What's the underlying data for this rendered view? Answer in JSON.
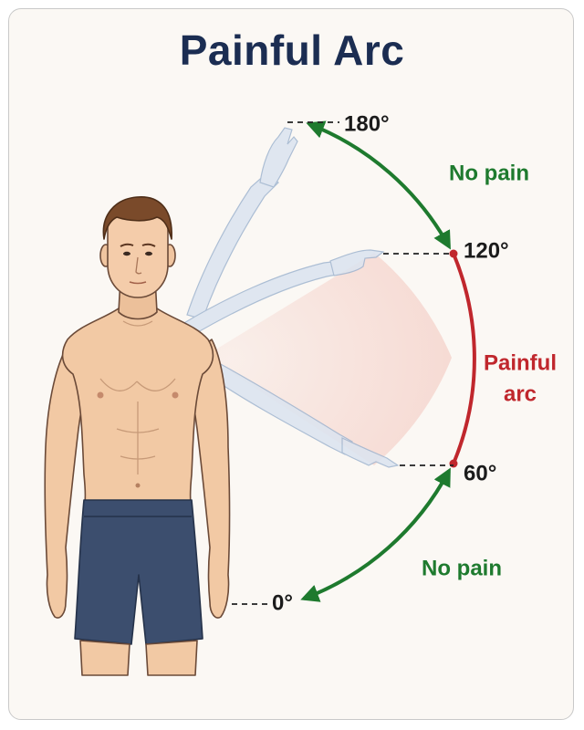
{
  "title": "Painful Arc",
  "angles": {
    "a180": "180°",
    "a120": "120°",
    "a60": "60°",
    "a0": "0°"
  },
  "labels": {
    "no_pain_top": "No pain",
    "no_pain_bottom": "No pain",
    "painful_line1": "Painful",
    "painful_line2": "arc"
  },
  "colors": {
    "title": "#1b2d52",
    "pain": "#c0272d",
    "no_pain": "#1e7a2e",
    "pain_fill": "#f6d9d2",
    "arm_ghost": "#c9d6e6"
  }
}
